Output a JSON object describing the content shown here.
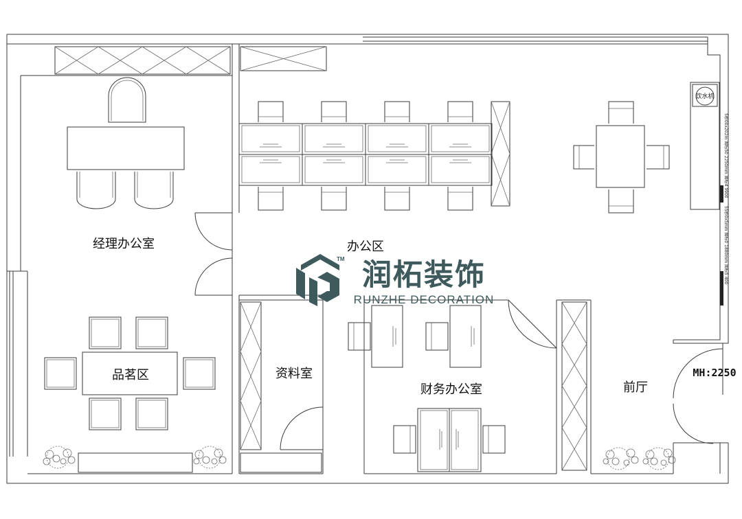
{
  "rooms": {
    "manager_office": "经理办公室",
    "office_area": "办公区",
    "tea_area": "品茗区",
    "archive_room": "资料室",
    "finance_office": "财务办公室",
    "lobby": "前厅"
  },
  "water_dispenser": "饮水机",
  "mh_label": "MH:2250",
  "side_notes": {
    "upper": "5秒00x202m 图标50 2250mm 图标4 9900",
    "lower": "55秒0x5mm 图标0 1880mm 图标5 400"
  },
  "brand": {
    "name_cn": "润柘装饰",
    "name_en": "RUNZHE DECORATION",
    "tm": "TM",
    "color": "#3e5a5c"
  }
}
